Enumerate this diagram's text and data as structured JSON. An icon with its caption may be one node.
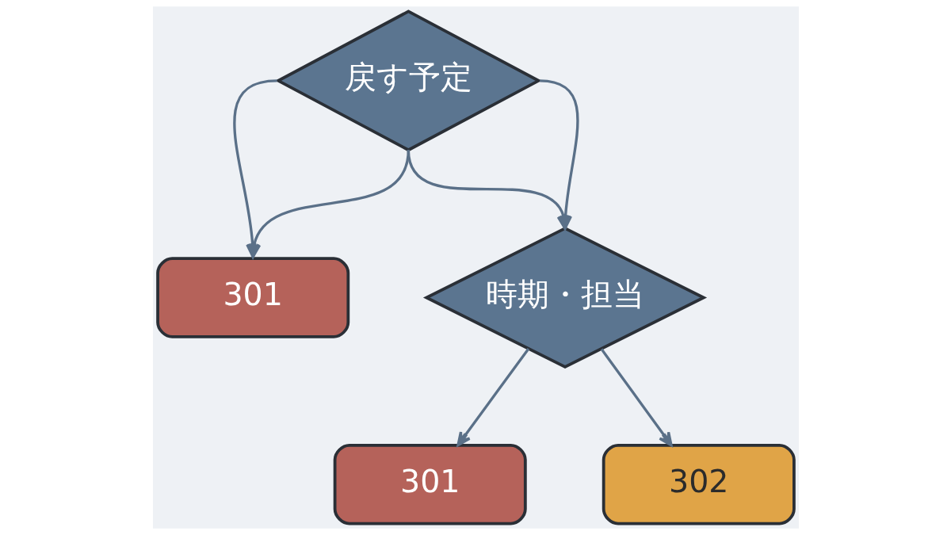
{
  "diagram": {
    "nodes": [
      {
        "text": [
          "戻す予定"
        ]
      },
      {
        "text": [
          "301"
        ]
      },
      {
        "text": [
          "時期・担当"
        ]
      },
      {
        "text": [
          "301"
        ]
      },
      {
        "text": [
          "302"
        ]
      }
    ],
    "edges": [
      {
        "from": 0,
        "to": 1,
        "arrow": "to"
      },
      {
        "from": 0,
        "to": 1,
        "arrow": "to"
      },
      {
        "from": 0,
        "to": 2,
        "arrow": "to"
      },
      {
        "from": 0,
        "to": 2,
        "arrow": "to"
      },
      {
        "from": 2,
        "to": 3,
        "arrow": "to"
      },
      {
        "from": 2,
        "to": 4,
        "arrow": "to"
      }
    ]
  }
}
